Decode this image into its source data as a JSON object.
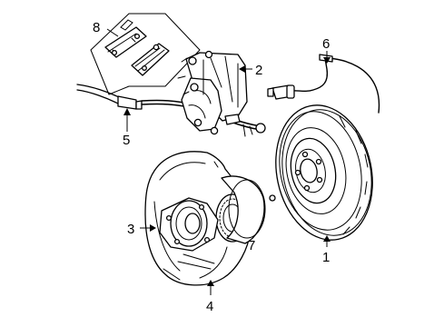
{
  "callouts": {
    "rotor": "1",
    "caliper": "2",
    "hub": "3",
    "shield": "4",
    "hose": "5",
    "sensor": "6",
    "tone_ring": "7",
    "pads": "8"
  }
}
